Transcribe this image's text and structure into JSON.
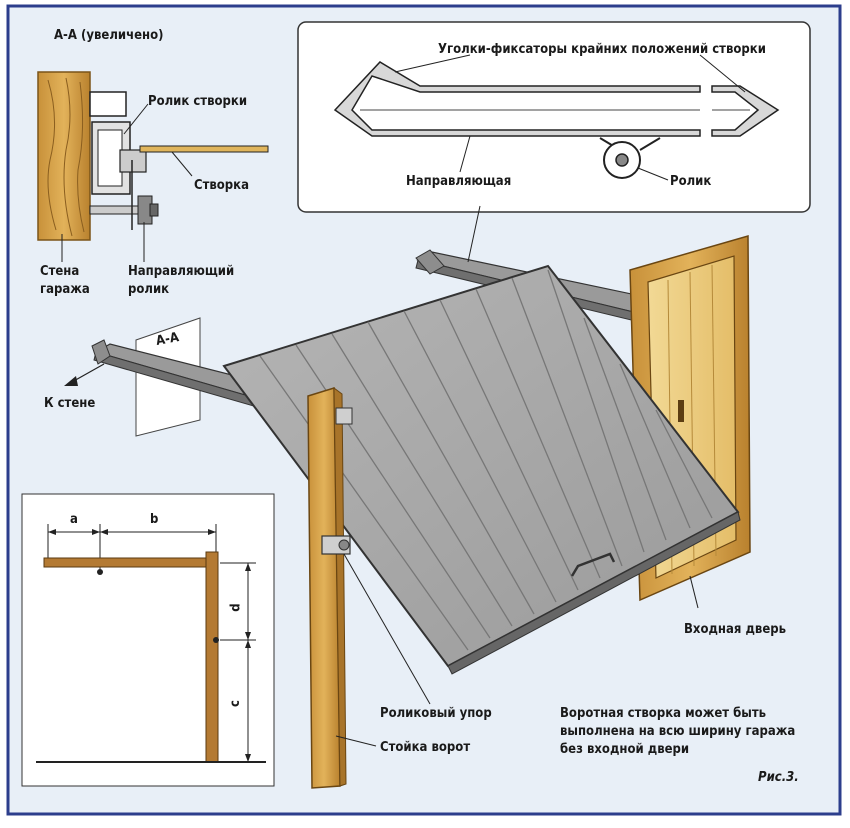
{
  "section_title": "А-А (увеличено)",
  "labels": {
    "roller_leaf": "Ролик створки",
    "leaf": "Створка",
    "garage_wall_1": "Стена",
    "garage_wall_2": "гаража",
    "guide_roller_1": "Направляющий",
    "guide_roller_2": "ролик",
    "corner_stops": "Уголки-фиксаторы крайних положений створки",
    "guide": "Направляющая",
    "roller": "Ролик",
    "section_mark": "А-А",
    "to_wall": "К стене",
    "entrance_door": "Входная дверь",
    "roller_stop": "Роликовый упор",
    "gate_post": "Стойка ворот",
    "note_1": "Воротная створка может быть",
    "note_2": "выполнена на всю ширину гаража",
    "note_3": "без входной двери",
    "figure": "Рис.3.",
    "dim_a": "a",
    "dim_b": "b",
    "dim_c": "c",
    "dim_d": "d"
  },
  "colors": {
    "frame_border": "#2c3e8c",
    "panel_bg": "#e6eef6",
    "gate_leaf": "#a9a9a9",
    "wood": "#d9a84a",
    "wood_light": "#f0d48c",
    "steel": "#8c8c8c"
  }
}
